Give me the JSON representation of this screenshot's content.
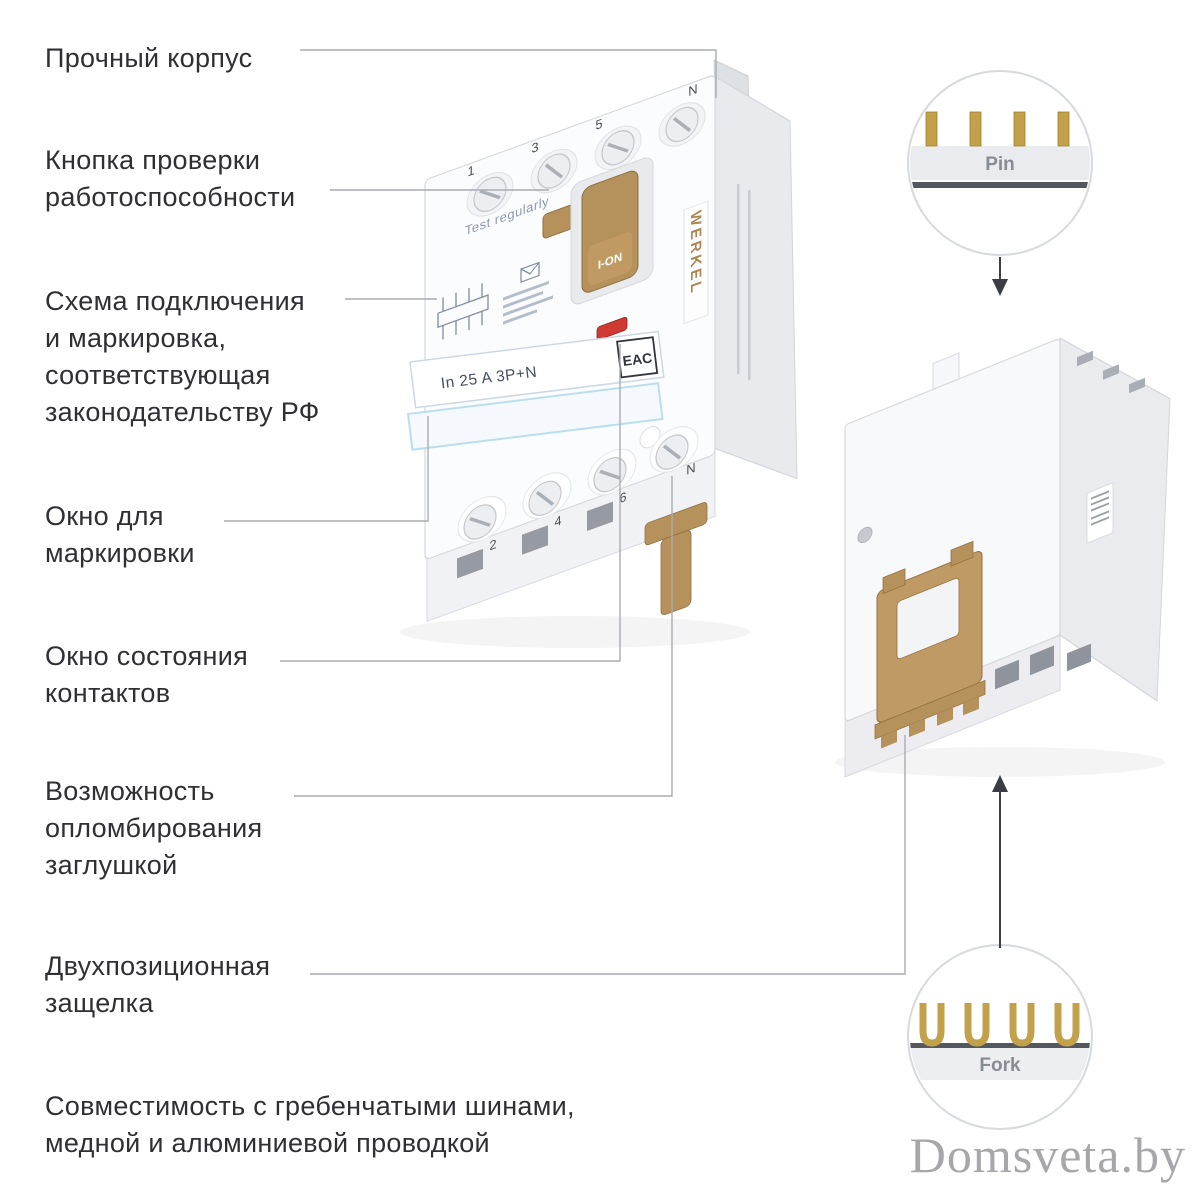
{
  "features": [
    {
      "label": "Прочный корпус"
    },
    {
      "label": "Кнопка проверки\nработоспособности"
    },
    {
      "label": "Схема подключения\nи маркировка,\nсоответствующая\nзаконодательству РФ"
    },
    {
      "label": "Окно для\nмаркировки"
    },
    {
      "label": "Окно состояния\nконтактов"
    },
    {
      "label": "Возможность\nопломбирования\nзаглушкой"
    },
    {
      "label": "Двухпозиционная\nзащелка"
    },
    {
      "label": "Совместимость с гребенчатыми шинами,\nмедной и алюминиевой проводкой"
    }
  ],
  "device": {
    "brand": "WERKEL",
    "test_note": "Test regularly",
    "toggle_label": "I-ON",
    "rating": "In 25 A 3P+N",
    "cert_mark": "EAC",
    "top_terminals": [
      "1",
      "3",
      "5",
      "N"
    ],
    "bottom_terminals": [
      "2",
      "4",
      "6",
      "N"
    ]
  },
  "callouts": {
    "pin": {
      "label": "Pin"
    },
    "fork": {
      "label": "Fork"
    }
  },
  "colors": {
    "accent_tan": "#b5915c",
    "brass": "#c3a04a",
    "indicator_red": "#cf3a32",
    "leader_gray": "#a8acb2",
    "text_dark": "#2f2f34"
  },
  "watermark": "Domsveta.by"
}
